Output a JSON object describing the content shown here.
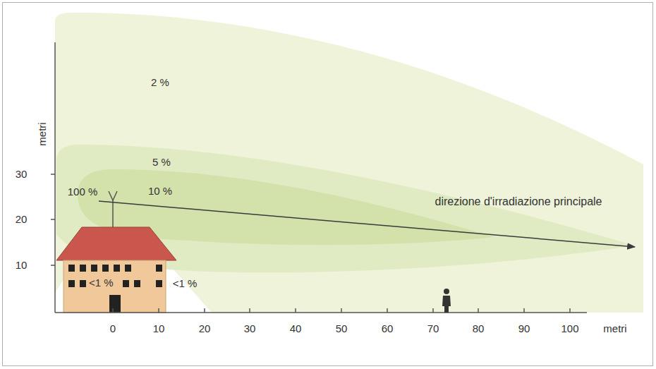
{
  "diagram": {
    "nodes": [
      {
        "text": [
          "2 %"
        ]
      },
      {
        "text": [
          "5 %"
        ],
        "in": 0
      },
      {
        "text": [
          "10 %"
        ],
        "in": 1
      },
      {
        "text": [
          "<1 %"
        ]
      }
    ],
    "labels": [
      "metri",
      "30",
      "20",
      "10",
      "100 %",
      "direzione d'irradiazione principale",
      "<1 %",
      "0",
      "10",
      "20",
      "30",
      "40",
      "50",
      "60",
      "70",
      "80",
      "90",
      "100",
      "metri"
    ]
  }
}
